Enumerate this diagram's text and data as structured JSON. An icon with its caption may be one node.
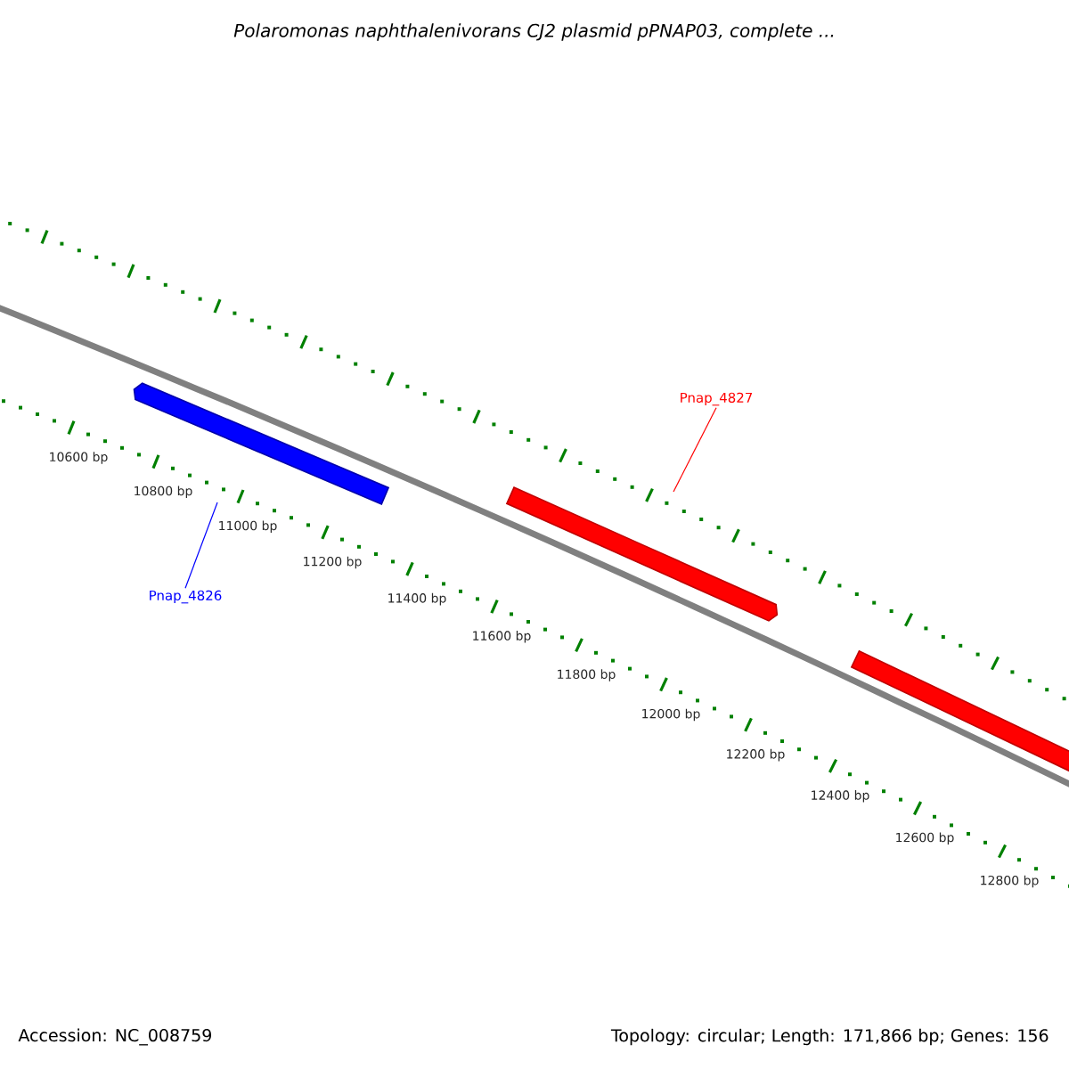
{
  "diagram": {
    "title": "Polaromonas naphthalenivorans CJ2 plasmid pPNAP03, complete ...",
    "nodes": [
      {
        "text": [
          "Pnap_4826"
        ]
      },
      {
        "text": [
          "Pnap_4827"
        ]
      }
    ],
    "edges": [
      {
        "from": 0,
        "to": null,
        "arrow": "none",
        "color": "#0000ff"
      },
      {
        "from": 1,
        "to": null,
        "arrow": "none",
        "color": "#ff0000"
      }
    ],
    "labels": [
      "10600 bp",
      "10800 bp",
      "11000 bp",
      "11200 bp",
      "11400 bp",
      "11600 bp",
      "11800 bp",
      "12000 bp",
      "12200 bp",
      "12400 bp",
      "12600 bp",
      "12800 bp",
      "Accession: NC_008759",
      "Topology: circular; Length: 171,866 bp; Genes: 156"
    ]
  }
}
